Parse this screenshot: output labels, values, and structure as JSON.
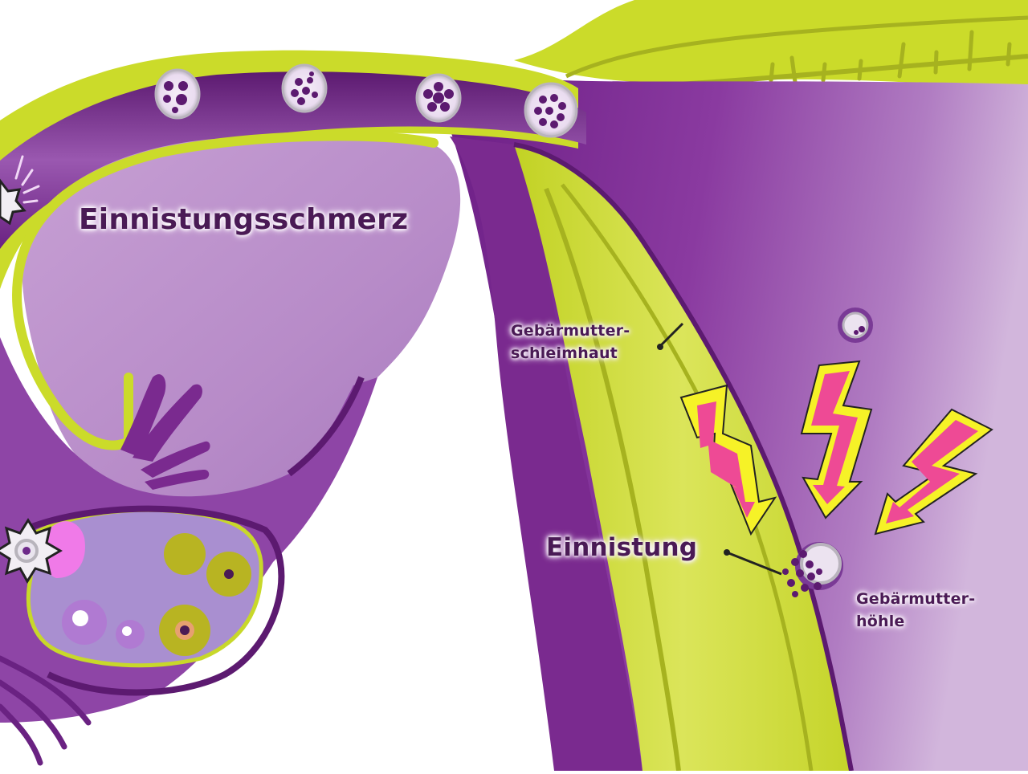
{
  "diagram": {
    "subject": "uterus and fallopian tube cross-section showing implantation",
    "colors": {
      "tube_wall": "#7a2a8f",
      "tube_dark": "#5c1a70",
      "tube_light": "#b88ac6",
      "lining_green": "#c8d82a",
      "lining_green_light": "#dbe55a",
      "lining_green_dark": "#a6b21f",
      "ovary_fill": "#a98fd0",
      "follicle_yellow": "#b8b422",
      "bolt_pink": "#ee4a95",
      "bolt_yellow": "#f6f227",
      "text": "#4a1a55"
    },
    "labels": {
      "title": "Einnistungsschmerz",
      "endometrium": "Gebärmutter-\nschleimhaut",
      "implantation": "Einnistung",
      "uterine_cavity": "Gebärmutter-\nhöhle"
    },
    "embryo_stages_in_tube": 5,
    "pain_bolts": 3
  }
}
